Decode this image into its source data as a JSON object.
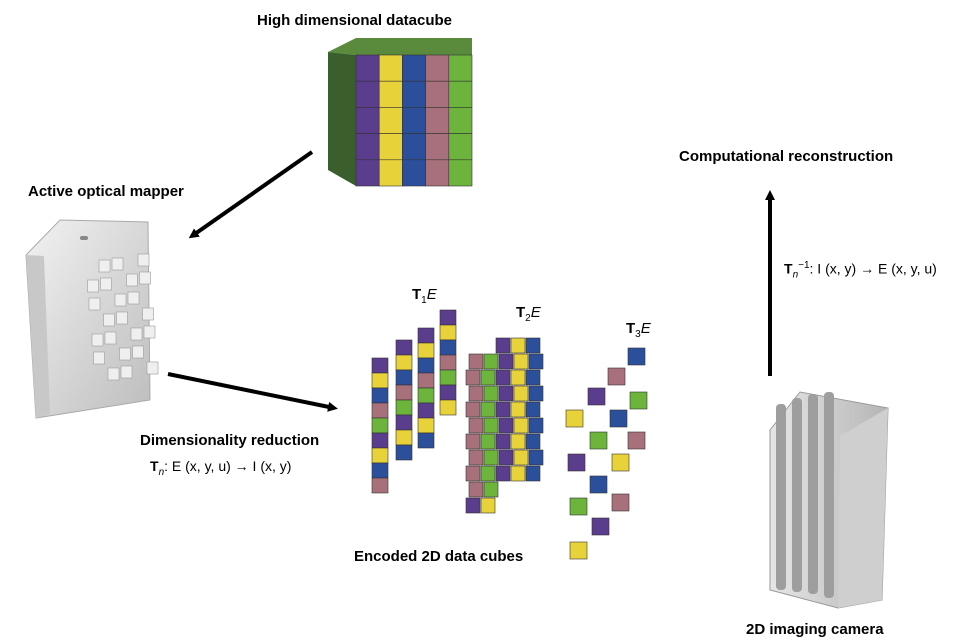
{
  "labels": {
    "datacube_title": "High dimensional datacube",
    "mapper_title": "Active optical mapper",
    "reconstruction_title": "Computational reconstruction",
    "reduction_title": "Dimensionality reduction",
    "encoded_title": "Encoded 2D data cubes",
    "camera_title": "2D imaging camera"
  },
  "equations": {
    "reduction": {
      "op": "T",
      "sub": "n",
      "text": ": E (x, y, u) → I (x, y)"
    },
    "reconstruction": {
      "op": "T",
      "sub": "n",
      "sup": "−1",
      "text": ": I (x, y) → E (x, y, u)"
    }
  },
  "transforms": [
    {
      "op": "T",
      "sub": "1",
      "var": "E"
    },
    {
      "op": "T",
      "sub": "2",
      "var": "E"
    },
    {
      "op": "T",
      "sub": "3",
      "var": "E"
    }
  ],
  "colors": {
    "yellow": "#e8d23a",
    "green": "#6cb43c",
    "blue": "#2c4f9c",
    "purple": "#5a3d8c",
    "pink": "#a8707a",
    "device_gray": "#d8d8d8"
  }
}
